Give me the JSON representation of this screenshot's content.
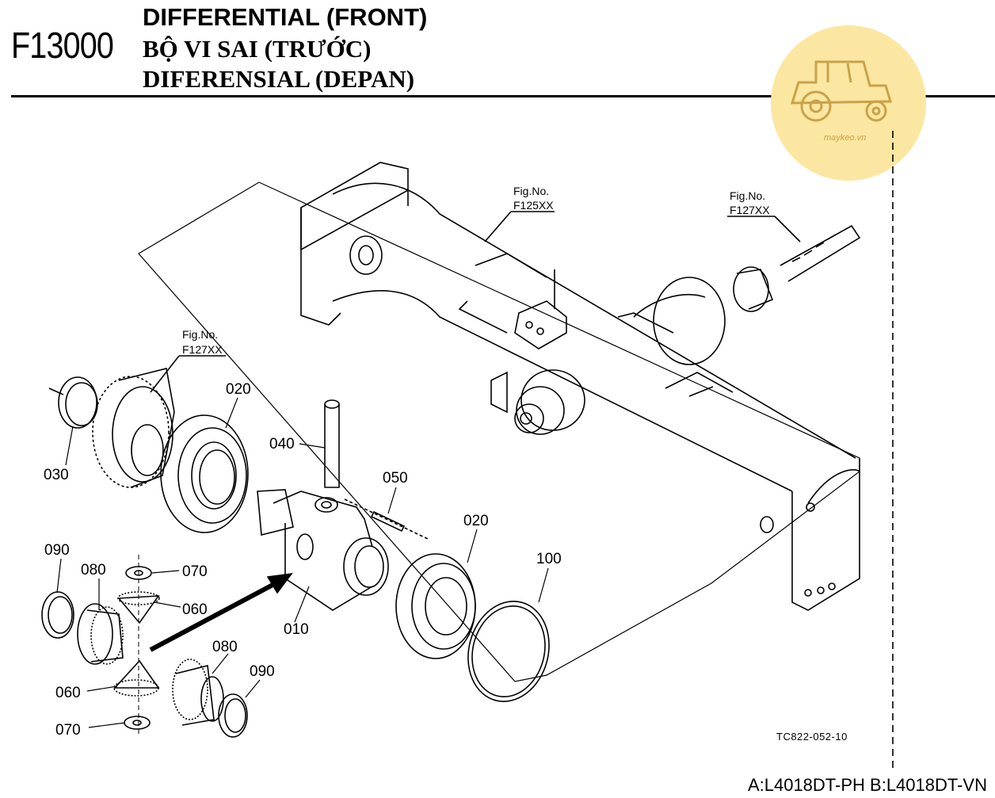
{
  "header": {
    "code": "F13000",
    "title_en": "DIFFERENTIAL (FRONT)",
    "title_vi": "BỘ VI SAI (TRƯỚC)",
    "title_id": "DIFERENSIAL (DEPAN)"
  },
  "watermark": {
    "text": "maykeo.vn",
    "color": "#fbe7a1",
    "icon": "tractor-icon"
  },
  "fig_refs": {
    "housing": {
      "label": "Fig.No.",
      "number": "F125XX"
    },
    "pinion": {
      "label": "Fig.No.",
      "number": "F127XX"
    },
    "ring_gear": {
      "label": "Fig.No.",
      "number": "F127XX"
    }
  },
  "parts": {
    "p010": "010",
    "p020a": "020",
    "p020b": "020",
    "p030": "030",
    "p040": "040",
    "p050": "050",
    "p060a": "060",
    "p060b": "060",
    "p070a": "070",
    "p070b": "070",
    "p080a": "080",
    "p080b": "080",
    "p090a": "090",
    "p090b": "090",
    "p100": "100"
  },
  "image_code": "TC822-052-10",
  "models": "A:L4018DT-PH B:L4018DT-VN"
}
